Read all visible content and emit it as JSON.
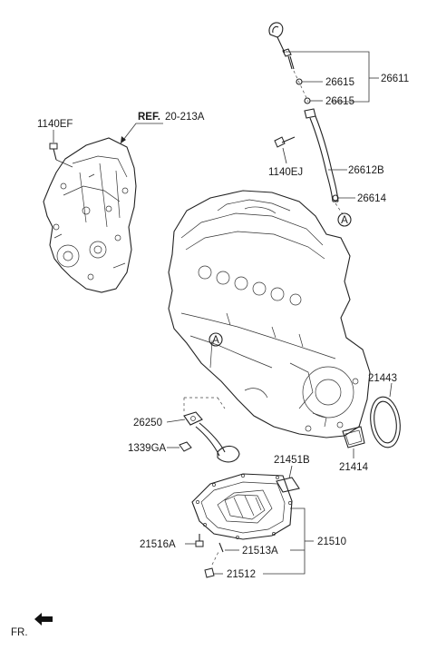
{
  "labels": {
    "p26611": "26611",
    "p26615a": "26615",
    "p26615b": "26615",
    "p1140EJ": "1140EJ",
    "p26612B": "26612B",
    "p26614": "26614",
    "callout_a_top": "A",
    "callout_a_engine": "A",
    "p1140EF": "1140EF",
    "ref_prefix": "REF.",
    "ref_number": "20-213A",
    "p21443": "21443",
    "p21414": "21414",
    "p26250": "26250",
    "p1339GA": "1339GA",
    "p21451B": "21451B",
    "p21510": "21510",
    "p21516A": "21516A",
    "p21513A": "21513A",
    "p21512": "21512",
    "fr": "FR."
  }
}
